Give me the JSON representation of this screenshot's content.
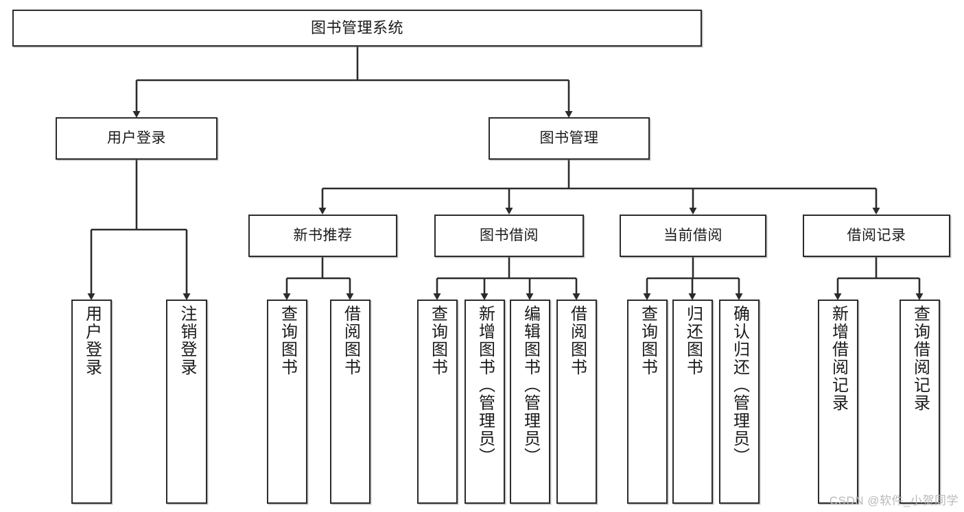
{
  "diagram": {
    "type": "tree-hierarchy",
    "title": "图书管理系统",
    "watermark": "CSDN @软件_小贺同学",
    "colors": {
      "background": "#ffffff",
      "node_fill": "#ffffff",
      "node_border": "#2b2b2b",
      "edge": "#2b2b2b",
      "text": "#1a1a1a",
      "watermark": "#b9b9b9"
    },
    "nodes": {
      "root": {
        "label": "图书管理系统",
        "level": 0
      },
      "level1": [
        {
          "label": "用户登录"
        },
        {
          "label": "图书管理"
        }
      ],
      "level2_user": [
        {
          "label": "用户登录"
        },
        {
          "label": "注销登录"
        }
      ],
      "level2_book": [
        {
          "label": "新书推荐"
        },
        {
          "label": "图书借阅"
        },
        {
          "label": "当前借阅"
        },
        {
          "label": "借阅记录"
        }
      ],
      "level3_newbook": [
        {
          "label": "查询图书"
        },
        {
          "label": "借阅图书"
        }
      ],
      "level3_borrow": [
        {
          "label": "查询图书"
        },
        {
          "label": "新增图书（管理员）"
        },
        {
          "label": "编辑图书（管理员）"
        },
        {
          "label": "借阅图书"
        }
      ],
      "level3_current": [
        {
          "label": "查询图书"
        },
        {
          "label": "归还图书"
        },
        {
          "label": "确认归还（管理员）"
        }
      ],
      "level3_record": [
        {
          "label": "新增借阅记录"
        },
        {
          "label": "查询借阅记录"
        }
      ]
    }
  }
}
